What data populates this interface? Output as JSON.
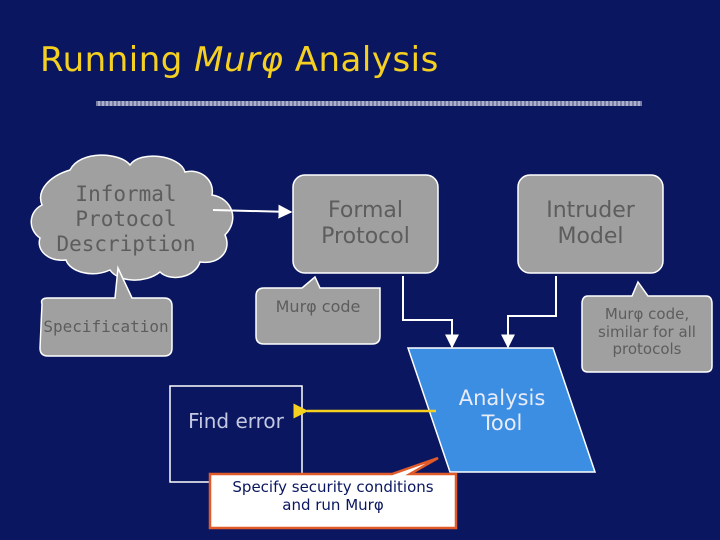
{
  "slide": {
    "title_prefix": "Running ",
    "title_mur": "Murφ",
    "title_suffix": " Analysis"
  },
  "nodes": {
    "informal_line1": "Informal",
    "informal_line2": "Protocol",
    "informal_line3": "Description",
    "formal_line1": "Formal",
    "formal_line2": "Protocol",
    "intruder_line1": "Intruder",
    "intruder_line2": "Model",
    "specification": "Specification",
    "murphi_code": "Murφ code",
    "murphi_code_similar_line1": "Murφ code,",
    "murphi_code_similar_line2": "similar for all",
    "murphi_code_similar_line3": "protocols",
    "analysis_line1": "Analysis",
    "analysis_line2": "Tool",
    "find_error": "Find error",
    "specify_line1": "Specify security conditions",
    "specify_line2": "and run Murφ"
  },
  "colors": {
    "background": "#0a1760",
    "title": "#f5d020",
    "node_fill": "#a0a0a0",
    "analysis_fill": "#3c8ee3",
    "arrow": "#f5d020"
  }
}
